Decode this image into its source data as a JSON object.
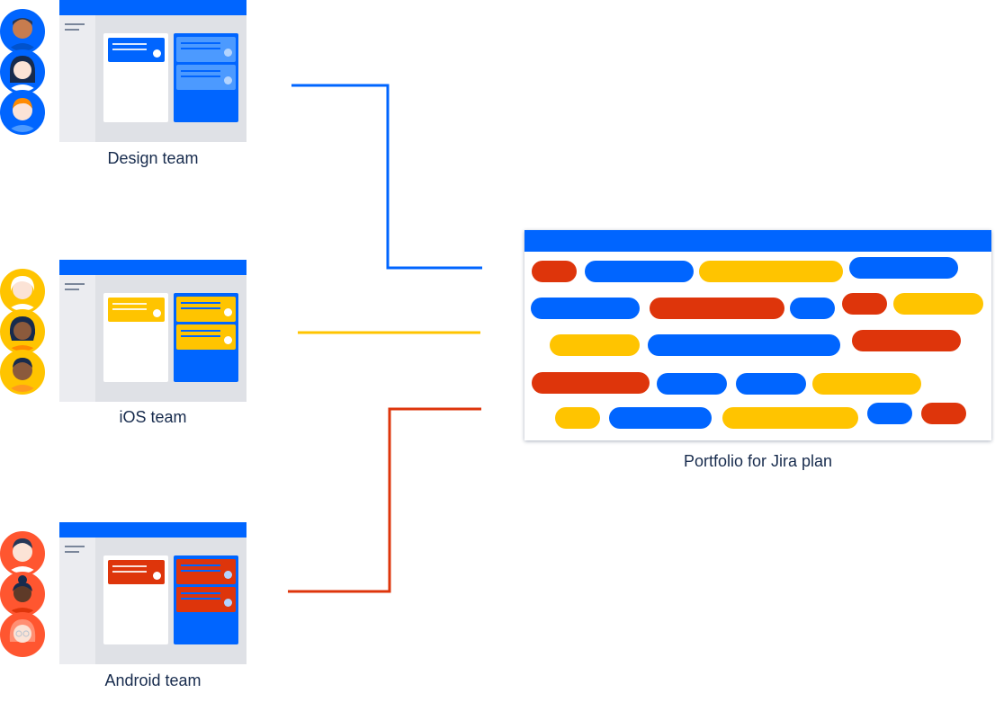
{
  "colors": {
    "blue": "#0065ff",
    "yellow": "#ffc400",
    "red": "#de350b",
    "board_bg": "#dfe1e6",
    "text": "#172b4d"
  },
  "teams": [
    {
      "label": "Design team",
      "color": "blue",
      "avatars": [
        "person-avatar-1",
        "person-avatar-2",
        "person-avatar-3"
      ]
    },
    {
      "label": "iOS team",
      "color": "yellow",
      "avatars": [
        "person-avatar-4",
        "person-avatar-5",
        "person-avatar-6"
      ]
    },
    {
      "label": "Android team",
      "color": "red",
      "avatars": [
        "person-avatar-7",
        "person-avatar-8",
        "person-avatar-9"
      ]
    }
  ],
  "plan": {
    "label": "Portfolio for Jira plan",
    "rows": [
      [
        "red",
        "blue",
        "yellow",
        "blue"
      ],
      [
        "blue",
        "red",
        "blue",
        "red",
        "yellow"
      ],
      [
        "yellow",
        "blue",
        "red"
      ],
      [
        "red",
        "blue",
        "blue",
        "yellow"
      ],
      [
        "yellow",
        "blue",
        "yellow",
        "blue",
        "red"
      ]
    ]
  }
}
